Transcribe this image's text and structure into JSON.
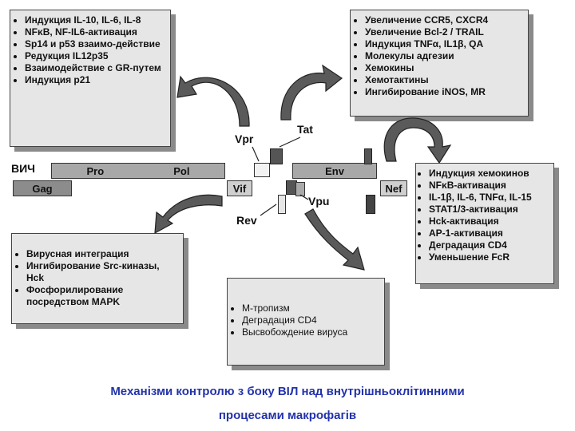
{
  "boxes": {
    "top_left": [
      "Индукция IL-10, IL-6, IL-8",
      "NFκB, NF-IL6-активация",
      "Sp14 и p53 взаимо-действие",
      "Редукция IL12p35",
      "Взаимодействие с GR-путем",
      "Индукция p21"
    ],
    "top_right": [
      "Увеличение CCR5, CXCR4",
      "Увеличение Bcl-2 / TRAIL",
      "Индукция TNFα, IL1β, QA",
      "Молекулы адгезии",
      "Хемокины",
      "Хемотактины",
      "Ингибирование iNOS, MR"
    ],
    "mid_right": [
      "Индукция хемокинов",
      "NFκB-активация",
      "IL-1β, IL-6, TNFα, IL-15",
      "STAT1/3-активация",
      "Hck-активация",
      "AP-1-активация",
      "Деградация CD4",
      "Уменьшение FcR"
    ],
    "bottom_left": [
      "Вирусная интеграция",
      "Ингибирование Src-киназы, Hck",
      "Фосфорилирование посредством MAPK"
    ],
    "bottom_center": [
      "М-тропизм",
      "Деградация CD4",
      "Высвобождение вируса"
    ]
  },
  "genome": {
    "virus_label": "ВИЧ",
    "genes": {
      "pro": "Pro",
      "pol": "Pol",
      "gag": "Gag",
      "vif": "Vif",
      "env": "Env",
      "nef": "Nef"
    },
    "labels": {
      "vpr": "Vpr",
      "tat": "Tat",
      "rev": "Rev",
      "vpu": "Vpu"
    }
  },
  "caption": {
    "line1": "Механізми контролю з боку ВІЛ над внутрішньоклітинними",
    "line2": "процесами макрофагів"
  }
}
